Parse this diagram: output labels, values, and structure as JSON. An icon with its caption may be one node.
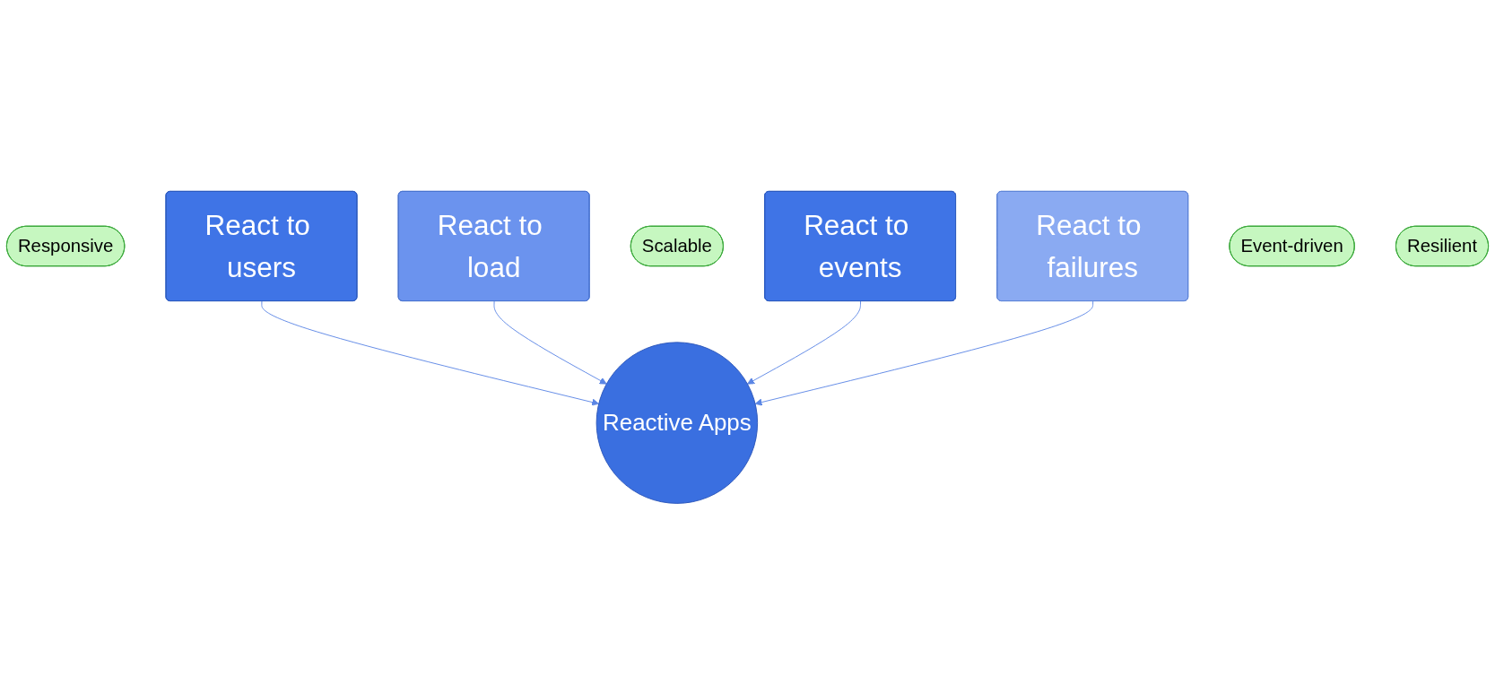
{
  "diagram": {
    "nodes": [
      {
        "text": [
          "Responsive"
        ]
      },
      {
        "text": [
          "React to users"
        ]
      },
      {
        "text": [
          "React to load"
        ]
      },
      {
        "text": [
          "Scalable"
        ]
      },
      {
        "text": [
          "React to events"
        ]
      },
      {
        "text": [
          "React to failures"
        ]
      },
      {
        "text": [
          "Reactive Apps"
        ]
      },
      {
        "text": [
          "Event-driven"
        ]
      },
      {
        "text": [
          "Resilient"
        ]
      }
    ],
    "edges": [
      {
        "from": 1,
        "to": 6,
        "arrow": "to"
      },
      {
        "from": 2,
        "to": 6,
        "arrow": "to"
      },
      {
        "from": 4,
        "to": 6,
        "arrow": "to"
      },
      {
        "from": 5,
        "to": 6,
        "arrow": "to"
      }
    ]
  }
}
